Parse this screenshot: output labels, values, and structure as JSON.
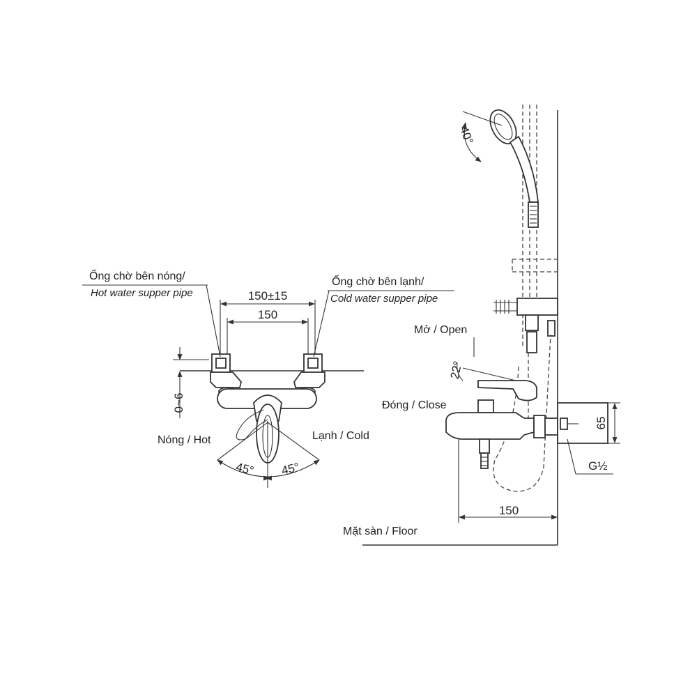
{
  "front_view": {
    "hot_pipe_label_vi": "Ống chờ bên nóng/",
    "hot_pipe_label_en": "Hot water supper pipe",
    "cold_pipe_label_vi": "Ống chờ bên lạnh/",
    "cold_pipe_label_en": "Cold water supper pipe",
    "dim_center_distance": "150±15",
    "dim_inner": "150",
    "dim_offset": "0~6",
    "hot_label": "Nóng / Hot",
    "cold_label": "Lạnh / Cold",
    "angle_left": "45°",
    "angle_right": "45°"
  },
  "side_view": {
    "head_angle": "40°",
    "open_label": "Mở / Open",
    "close_label": "Đóng / Close",
    "lever_angle": "22°",
    "dim_height": "65",
    "thread_label": "G½",
    "dim_wall_distance": "150",
    "floor_label": "Mặt sàn / Floor"
  }
}
